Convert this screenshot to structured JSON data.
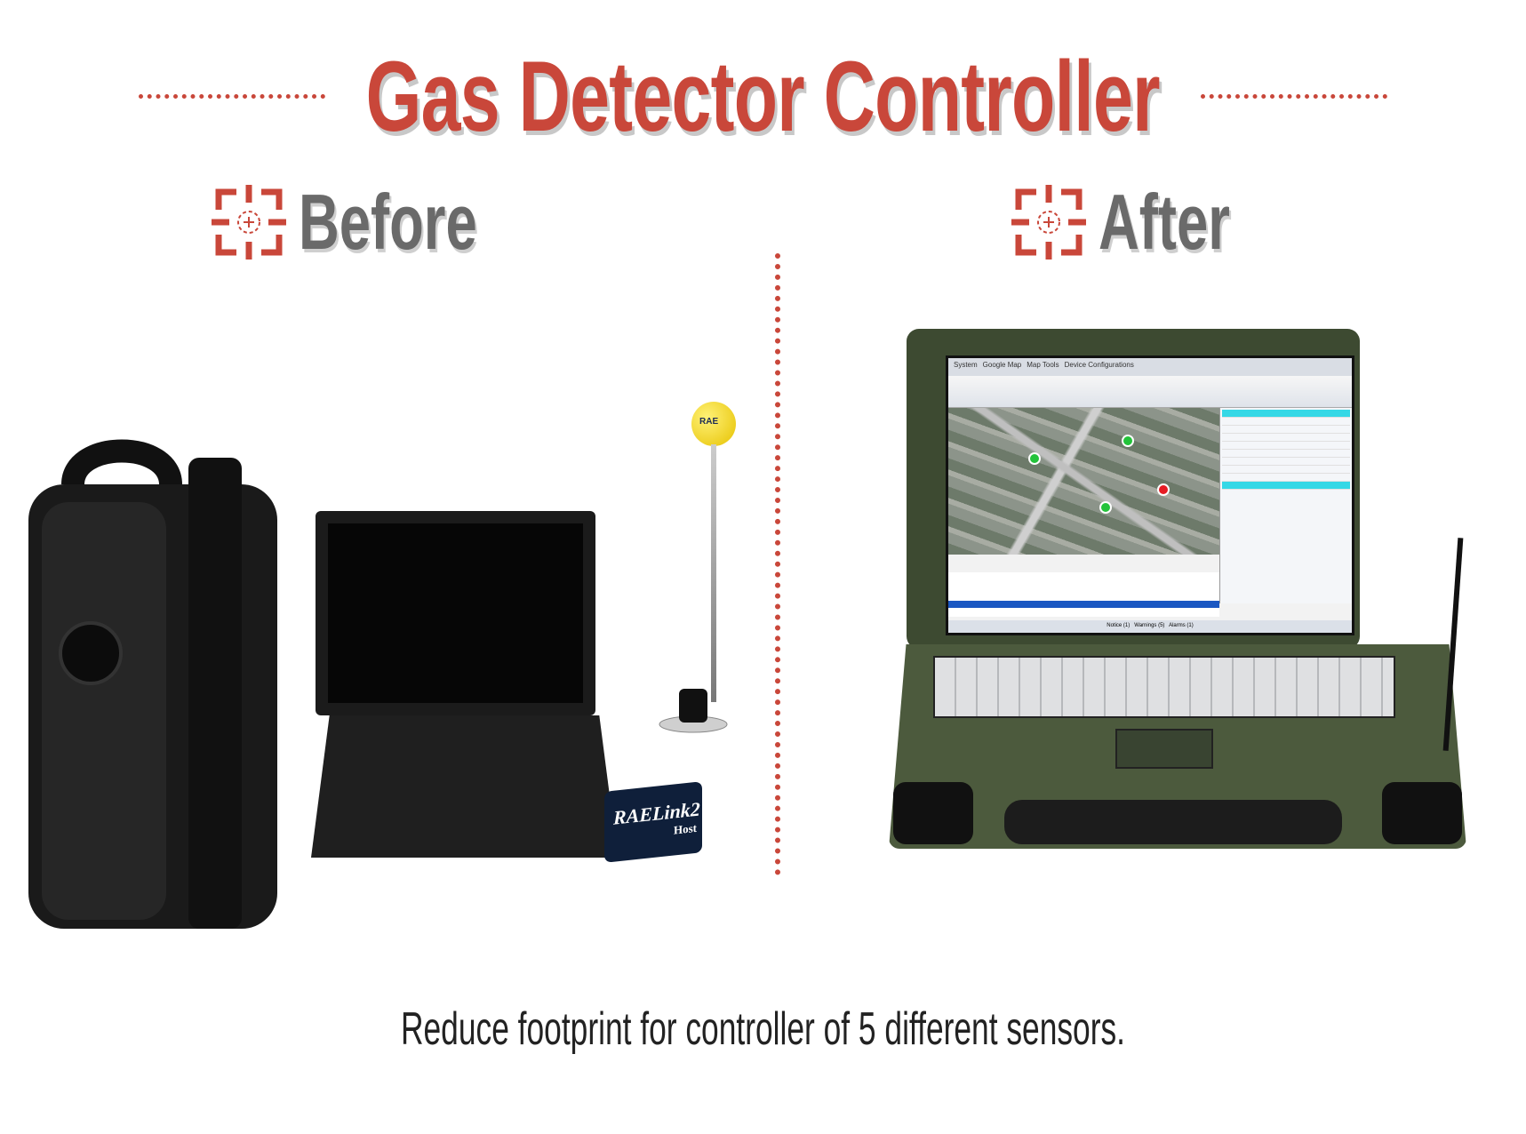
{
  "header": {
    "title": "Gas Detector Controller"
  },
  "sections": {
    "before": {
      "label": "Before",
      "icon": "crosshair-target-icon"
    },
    "after": {
      "label": "After",
      "icon": "crosshair-target-icon"
    }
  },
  "before_photo": {
    "device_label": "RAELink2",
    "device_sublabel": "Host",
    "antenna_label": "RAE"
  },
  "after_photo": {
    "screen_tabs": [
      "System",
      "Google Map",
      "Map Tools",
      "Device Configurations"
    ],
    "status_tabs": [
      "Notice (1)",
      "Warnings (5)",
      "Alarms (1)"
    ]
  },
  "caption": {
    "text": "Reduce footprint for controller of 5 different sensors."
  },
  "colors": {
    "accent": "#c9473a",
    "heading_gray": "#6a6a6a",
    "background": "#ffffff"
  }
}
